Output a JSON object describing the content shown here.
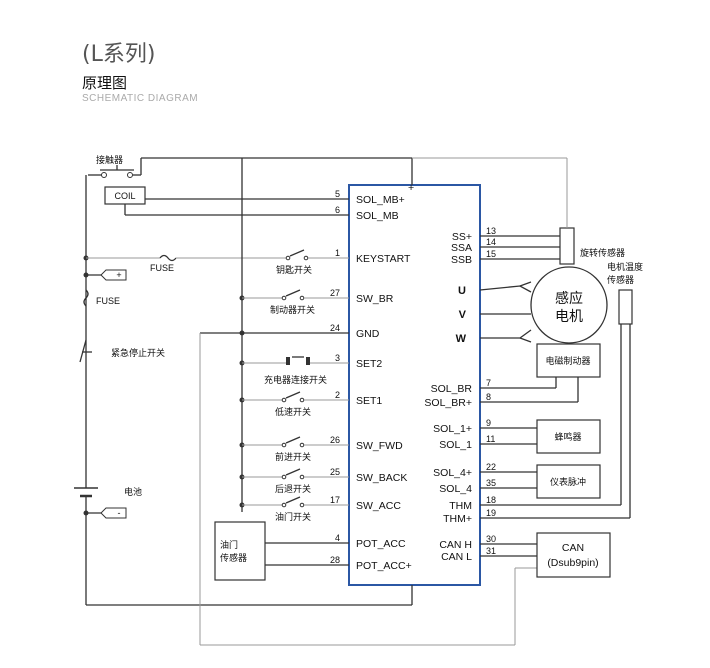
{
  "header": {
    "series": "(L系列)",
    "title_cn": "原理图",
    "title_en": "SCHEMATIC DIAGRAM"
  },
  "controller": {
    "border_color": "#2b57a4",
    "left_pins": [
      {
        "num": "5",
        "label": "SOL_MB+"
      },
      {
        "num": "6",
        "label": "SOL_MB"
      },
      {
        "num": "1",
        "label": "KEYSTART"
      },
      {
        "num": "27",
        "label": "SW_BR"
      },
      {
        "num": "24",
        "label": "GND"
      },
      {
        "num": "3",
        "label": "SET2"
      },
      {
        "num": "2",
        "label": "SET1"
      },
      {
        "num": "26",
        "label": "SW_FWD"
      },
      {
        "num": "25",
        "label": "SW_BACK"
      },
      {
        "num": "17",
        "label": "SW_ACC"
      },
      {
        "num": "4",
        "label": "POT_ACC"
      },
      {
        "num": "28",
        "label": "POT_ACC+"
      }
    ],
    "right_pins": [
      {
        "num": "13",
        "label": "SS+"
      },
      {
        "num": "14",
        "label": "SSA"
      },
      {
        "num": "15",
        "label": "SSB"
      },
      {
        "num": "",
        "label": "U"
      },
      {
        "num": "",
        "label": "V"
      },
      {
        "num": "",
        "label": "W"
      },
      {
        "num": "7",
        "label": "SOL_BR"
      },
      {
        "num": "8",
        "label": "SOL_BR+"
      },
      {
        "num": "9",
        "label": "SOL_1+"
      },
      {
        "num": "11",
        "label": "SOL_1"
      },
      {
        "num": "22",
        "label": "SOL_4+"
      },
      {
        "num": "35",
        "label": "SOL_4"
      },
      {
        "num": "18",
        "label": "THM"
      },
      {
        "num": "19",
        "label": "THM+"
      },
      {
        "num": "30",
        "label": "CAN H"
      },
      {
        "num": "31",
        "label": "CAN L"
      }
    ],
    "plus_sign": "+"
  },
  "left_components": {
    "contactor": "接触器",
    "coil": "COIL",
    "fuse_top": "FUSE",
    "fuse_left": "FUSE",
    "key_switch": "钥匙开关",
    "brake_switch": "制动器开关",
    "emergency_stop": "紧急停止开关",
    "charger_interlock": "充电器连接开关",
    "low_speed": "低速开关",
    "forward": "前进开关",
    "reverse": "后退开关",
    "throttle_switch": "油门开关",
    "battery": "电池",
    "terminal_plus": "+",
    "terminal_minus": "-",
    "throttle_sensor": "油门\n传感器"
  },
  "right_components": {
    "rotation_sensor": "旋转传感器",
    "motor_temp_sensor": "电机温度\n传感器",
    "motor": "感应\n电机",
    "em_brake": "电磁制动器",
    "buzzer": "蜂鸣器",
    "meter_pulse": "仪表脉冲",
    "can": "CAN",
    "can_port": "(Dsub9pin)"
  }
}
